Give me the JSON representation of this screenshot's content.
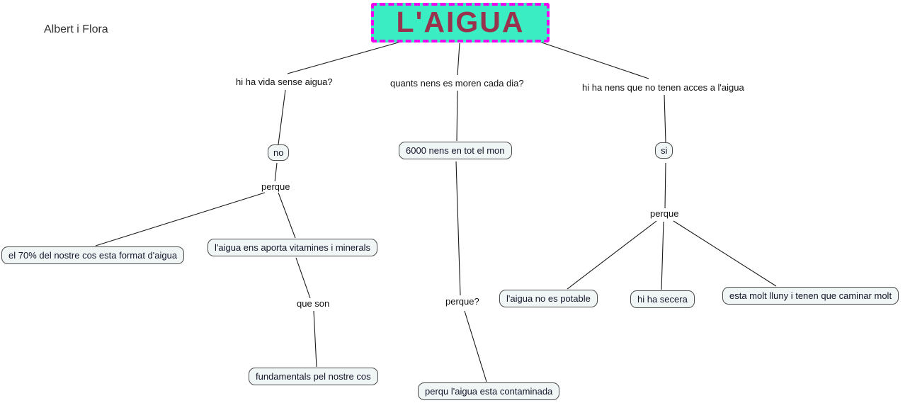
{
  "header": {
    "authors": "Albert i Flora"
  },
  "title": {
    "label": "L'AIGUA"
  },
  "questions": {
    "vida": {
      "label": "hi ha vida sense aigua?"
    },
    "nens_moren": {
      "label": "quants nens es moren cada dia?"
    },
    "acces": {
      "label": "hi ha nens que no tenen acces a l'aigua"
    }
  },
  "nodes": {
    "no": {
      "label": "no"
    },
    "si": {
      "label": "si"
    },
    "six_thousand": {
      "label": "6000 nens en tot el mon"
    },
    "seventy_percent": {
      "label": "el 70% del nostre cos esta format d'aigua"
    },
    "vitamines": {
      "label": "l'aigua ens aporta vitamines i minerals"
    },
    "fundamentals": {
      "label": "fundamentals pel nostre cos"
    },
    "contaminada": {
      "label": "perqu l'aigua esta contaminada"
    },
    "potable": {
      "label": "l'aigua no es potable"
    },
    "secera": {
      "label": "hi ha secera"
    },
    "lluny": {
      "label": "esta molt lluny i tenen que caminar molt"
    }
  },
  "link_labels": {
    "perque_left": {
      "label": "perque"
    },
    "que_son": {
      "label": "que son"
    },
    "perque_center": {
      "label": "perque?"
    },
    "perque_right": {
      "label": "perque"
    }
  },
  "colors": {
    "title_bg": "#3bedc2",
    "title_border": "#f000f0",
    "title_text": "#99334d",
    "node_bg": "#f0f5f6",
    "node_border": "#4a4a4a",
    "line": "#1a1a1a"
  }
}
